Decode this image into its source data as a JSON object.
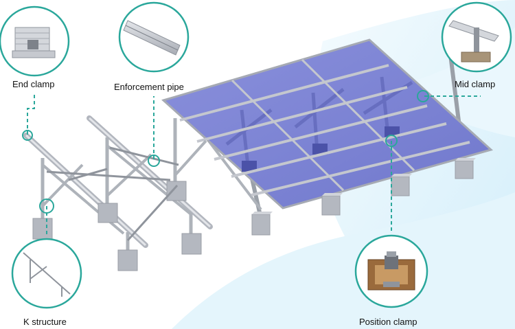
{
  "labels": {
    "end_clamp": "End clamp",
    "enforcement_pipe": "Enforcement pipe",
    "mid_clamp": "Mid clamp",
    "k_structure": "K structure",
    "position_clamp": "Position clamp"
  },
  "colors": {
    "callout": "#2aa79b",
    "panel": "#7f86d6",
    "panel_frame": "#b9bcc6",
    "steel": "#c9ccd3",
    "steel_dark": "#8f949c",
    "concrete": "#b4b8c0",
    "background_wave": "#dff2fb",
    "text": "#111111"
  }
}
